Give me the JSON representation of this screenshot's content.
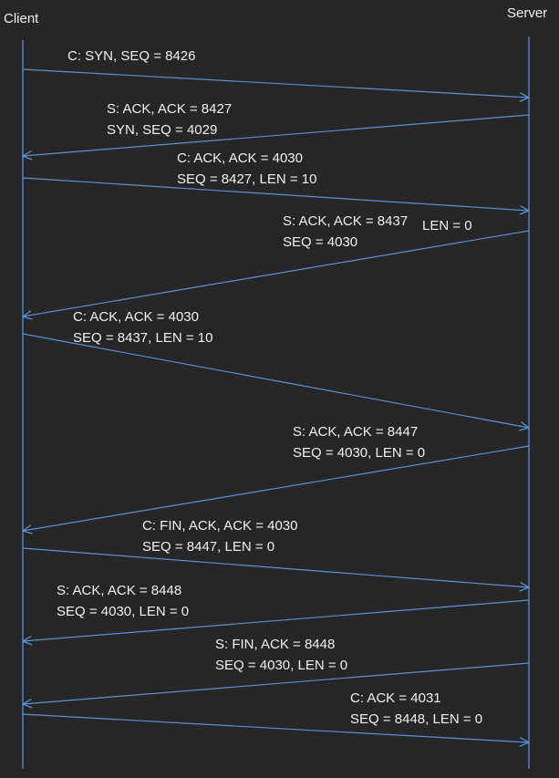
{
  "participants": {
    "client": "Client",
    "server": "Server"
  },
  "colors": {
    "background": "#262626",
    "line": "#5b8fd6",
    "text": "#f0f0f0"
  },
  "messages": [
    {
      "from": "client",
      "to": "server",
      "lines": [
        "C: SYN, SEQ = 8426"
      ]
    },
    {
      "from": "server",
      "to": "client",
      "lines": [
        "S: ACK, ACK = 8427",
        "SYN, SEQ = 4029"
      ]
    },
    {
      "from": "client",
      "to": "server",
      "lines": [
        "C: ACK, ACK = 4030",
        "SEQ = 8427, LEN = 10"
      ]
    },
    {
      "from": "server",
      "to": "client",
      "lines": [
        "S: ACK, ACK = 8437",
        "SEQ = 4030"
      ],
      "extra": "LEN = 0"
    },
    {
      "from": "client",
      "to": "server",
      "lines": [
        "C: ACK, ACK = 4030",
        "SEQ = 8437, LEN = 10"
      ]
    },
    {
      "from": "server",
      "to": "client",
      "lines": [
        "S: ACK, ACK = 8447",
        "SEQ = 4030, LEN = 0"
      ]
    },
    {
      "from": "client",
      "to": "server",
      "lines": [
        "C: FIN, ACK, ACK = 4030",
        "SEQ = 8447, LEN = 0"
      ]
    },
    {
      "from": "server",
      "to": "client",
      "lines": [
        "S: ACK, ACK = 8448",
        "SEQ = 4030, LEN = 0"
      ]
    },
    {
      "from": "server",
      "to": "client",
      "lines": [
        "S: FIN, ACK = 8448",
        "SEQ = 4030, LEN = 0"
      ]
    },
    {
      "from": "client",
      "to": "server",
      "lines": [
        "C: ACK = 4031",
        "SEQ = 8448, LEN = 0"
      ]
    }
  ]
}
